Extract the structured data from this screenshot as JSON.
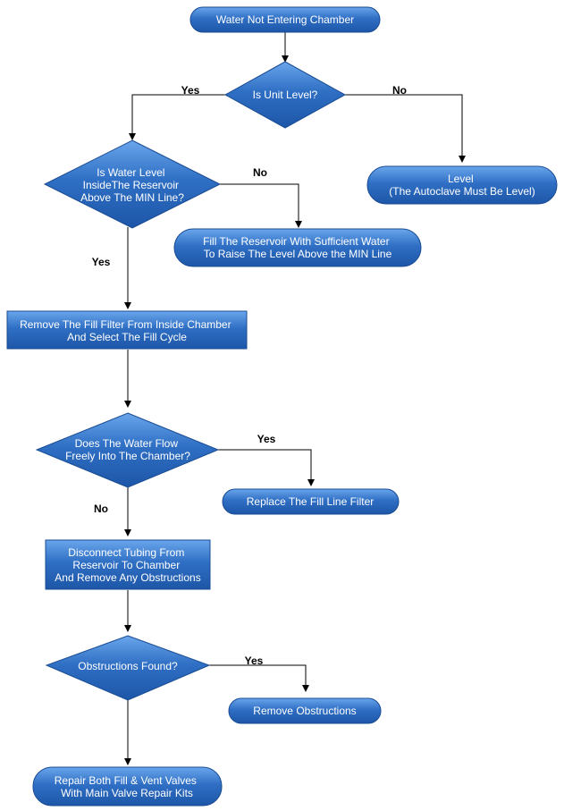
{
  "colors": {
    "node_top": "#6aa6ec",
    "node_mid": "#2f6fc4",
    "node_bottom": "#1d56a8",
    "node_border": "#1a4c93",
    "edge": "#000000"
  },
  "nodes": {
    "n1": {
      "lines": [
        "Water Not Entering Chamber"
      ]
    },
    "n2": {
      "lines": [
        "Is Unit Level?"
      ]
    },
    "n3": {
      "lines": [
        "Is Water Level",
        "InsideThe Reservoir",
        "Above The MIN Line?"
      ]
    },
    "n4": {
      "lines": [
        "Level",
        "(The Autoclave Must Be Level)"
      ]
    },
    "n5": {
      "lines": [
        "Fill The Reservoir With Sufficient Water",
        "To Raise The Level Above the MIN Line"
      ]
    },
    "n6": {
      "lines": [
        "Remove The Fill Filter From  Inside Chamber",
        "And Select The Fill Cycle"
      ]
    },
    "n7": {
      "lines": [
        "Does The Water Flow",
        "Freely Into The Chamber?"
      ]
    },
    "n8": {
      "lines": [
        "Replace The Fill Line Filter"
      ]
    },
    "n9": {
      "lines": [
        "Disconnect Tubing From",
        "Reservoir To Chamber",
        "And Remove Any Obstructions"
      ]
    },
    "n10": {
      "lines": [
        "Obstructions Found?"
      ]
    },
    "n11": {
      "lines": [
        "Remove Obstructions"
      ]
    },
    "n12": {
      "lines": [
        "Repair Both Fill & Vent Valves",
        "With Main Valve Repair Kits"
      ]
    }
  },
  "edge_labels": {
    "e_n2_yes": "Yes",
    "e_n2_no": "No",
    "e_n3_no": "No",
    "e_n3_yes": "Yes",
    "e_n7_yes": "Yes",
    "e_n7_no": "No",
    "e_n10_yes": "Yes"
  }
}
